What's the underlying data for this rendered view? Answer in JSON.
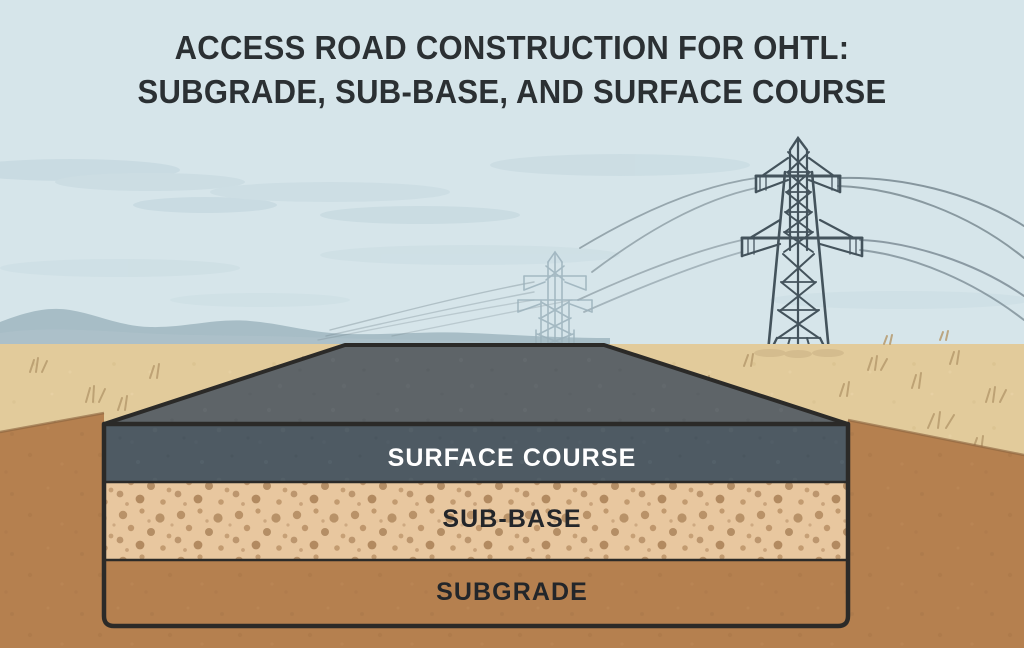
{
  "title": {
    "line1": "ACCESS ROAD CONSTRUCTION FOR OHTL:",
    "line2": "SUBGRADE, SUB-BASE, AND SURFACE COURSE",
    "color": "#2b3033"
  },
  "layers": {
    "surface_course": {
      "label": "SURFACE COURSE",
      "face_color": "#4e5a63",
      "top_color": "#5d6368",
      "text_color": "#ffffff"
    },
    "sub_base": {
      "label": "SUB-BASE",
      "face_color": "#e4c29a",
      "aggregate_color": "#b0895e",
      "text_color": "#23262a"
    },
    "subgrade": {
      "label": "SUBGRADE",
      "face_color": "#b57f4f",
      "text_color": "#23262a"
    }
  },
  "scene": {
    "sky_color": "#d6e5ea",
    "cloud_color": "#c2d6dd",
    "hills_color": "#9fb6c0",
    "ground_color": "#e2cb9b",
    "soil_color": "#a97b50",
    "outline_color": "#2b2a28",
    "pylon_color": "#44535c",
    "pylon_far_color": "#9cb2bc",
    "wire_color": "#6b7b84",
    "grass_color": "#b79b6e"
  },
  "elements": {
    "pylon_near": "transmission-tower",
    "pylon_far": "distant-transmission-tower",
    "power_lines": "overhead-conductors",
    "hills": "distant-hills",
    "grass": "grass-tufts",
    "road_section": "road-cross-section"
  }
}
